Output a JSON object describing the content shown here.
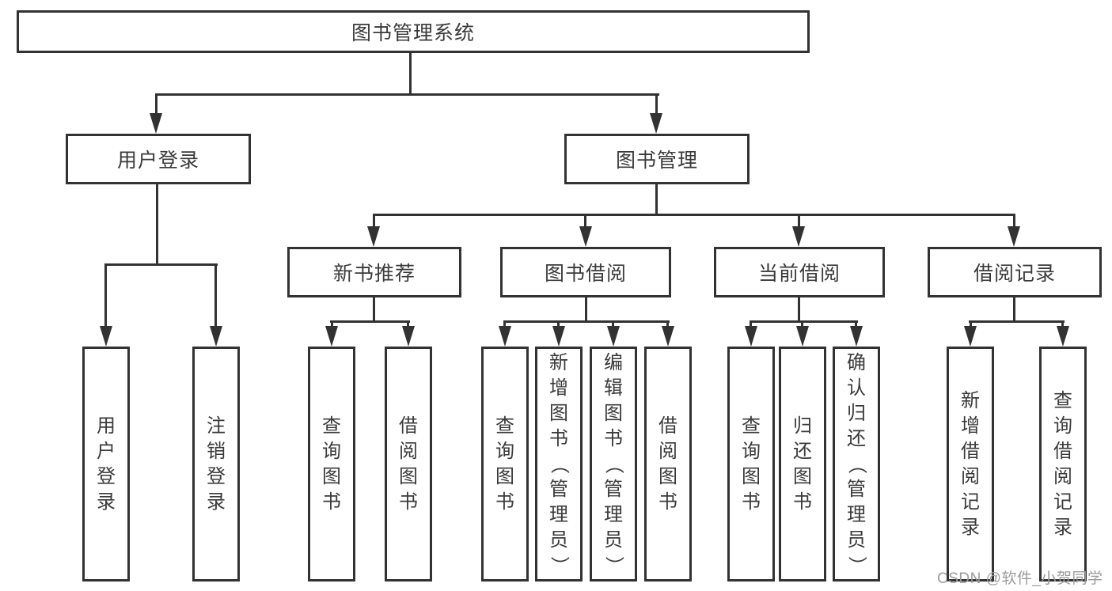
{
  "diagram_type": "hierarchy-tree",
  "colors": {
    "line": "#323232",
    "text": "#3a3a3a",
    "background": "#ffffff",
    "watermark": "#9b9b9b"
  },
  "watermark": {
    "text": "CSDN @软件_小贺同学"
  },
  "tree": {
    "label": "图书管理系统",
    "children": [
      {
        "label": "用户登录",
        "children": [
          {
            "label": "用户登录"
          },
          {
            "label": "注销登录"
          }
        ]
      },
      {
        "label": "图书管理",
        "children": [
          {
            "label": "新书推荐",
            "children": [
              {
                "label": "查询图书"
              },
              {
                "label": "借阅图书"
              }
            ]
          },
          {
            "label": "图书借阅",
            "children": [
              {
                "label": "查询图书"
              },
              {
                "label": "新增图书（管理员）"
              },
              {
                "label": "编辑图书（管理员）"
              },
              {
                "label": "借阅图书"
              }
            ]
          },
          {
            "label": "当前借阅",
            "children": [
              {
                "label": "查询图书"
              },
              {
                "label": "归还图书"
              },
              {
                "label": "确认归还（管理员）"
              }
            ]
          },
          {
            "label": "借阅记录",
            "children": [
              {
                "label": "新增借阅记录"
              },
              {
                "label": "查询借阅记录"
              }
            ]
          }
        ]
      }
    ]
  }
}
